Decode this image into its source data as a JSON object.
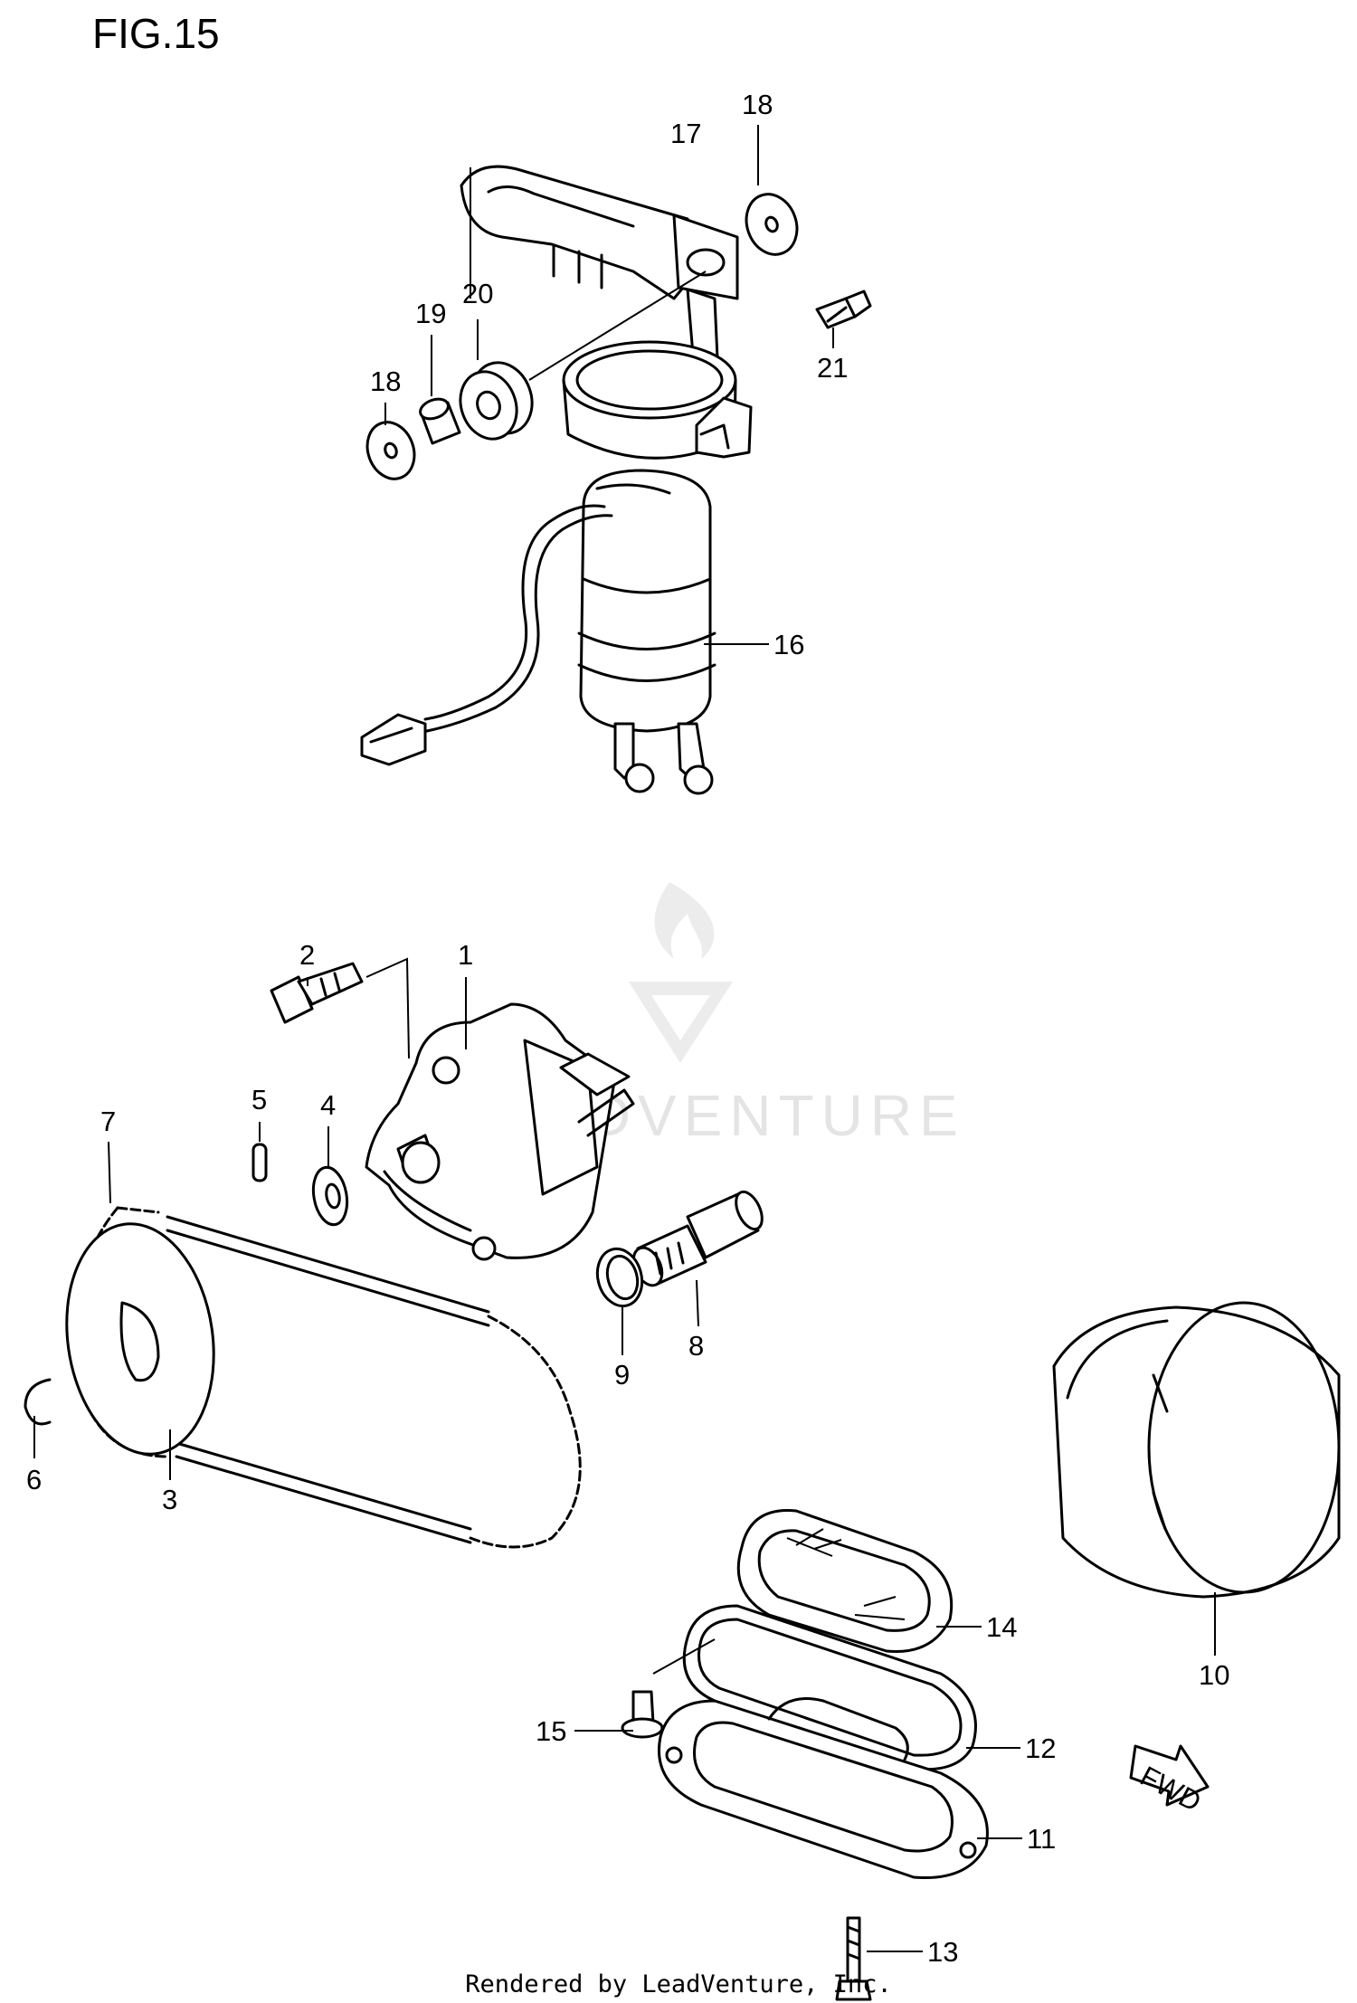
{
  "figure": {
    "title": "FIG.15"
  },
  "callouts": [
    "1",
    "2",
    "3",
    "4",
    "5",
    "6",
    "7",
    "8",
    "9",
    "10",
    "11",
    "12",
    "13",
    "14",
    "15",
    "16",
    "17",
    "18",
    "18",
    "19",
    "20",
    "21"
  ],
  "fwd_label": "FWD",
  "watermark": "ADVENTURE",
  "footer": "Rendered by LeadVenture, Inc."
}
